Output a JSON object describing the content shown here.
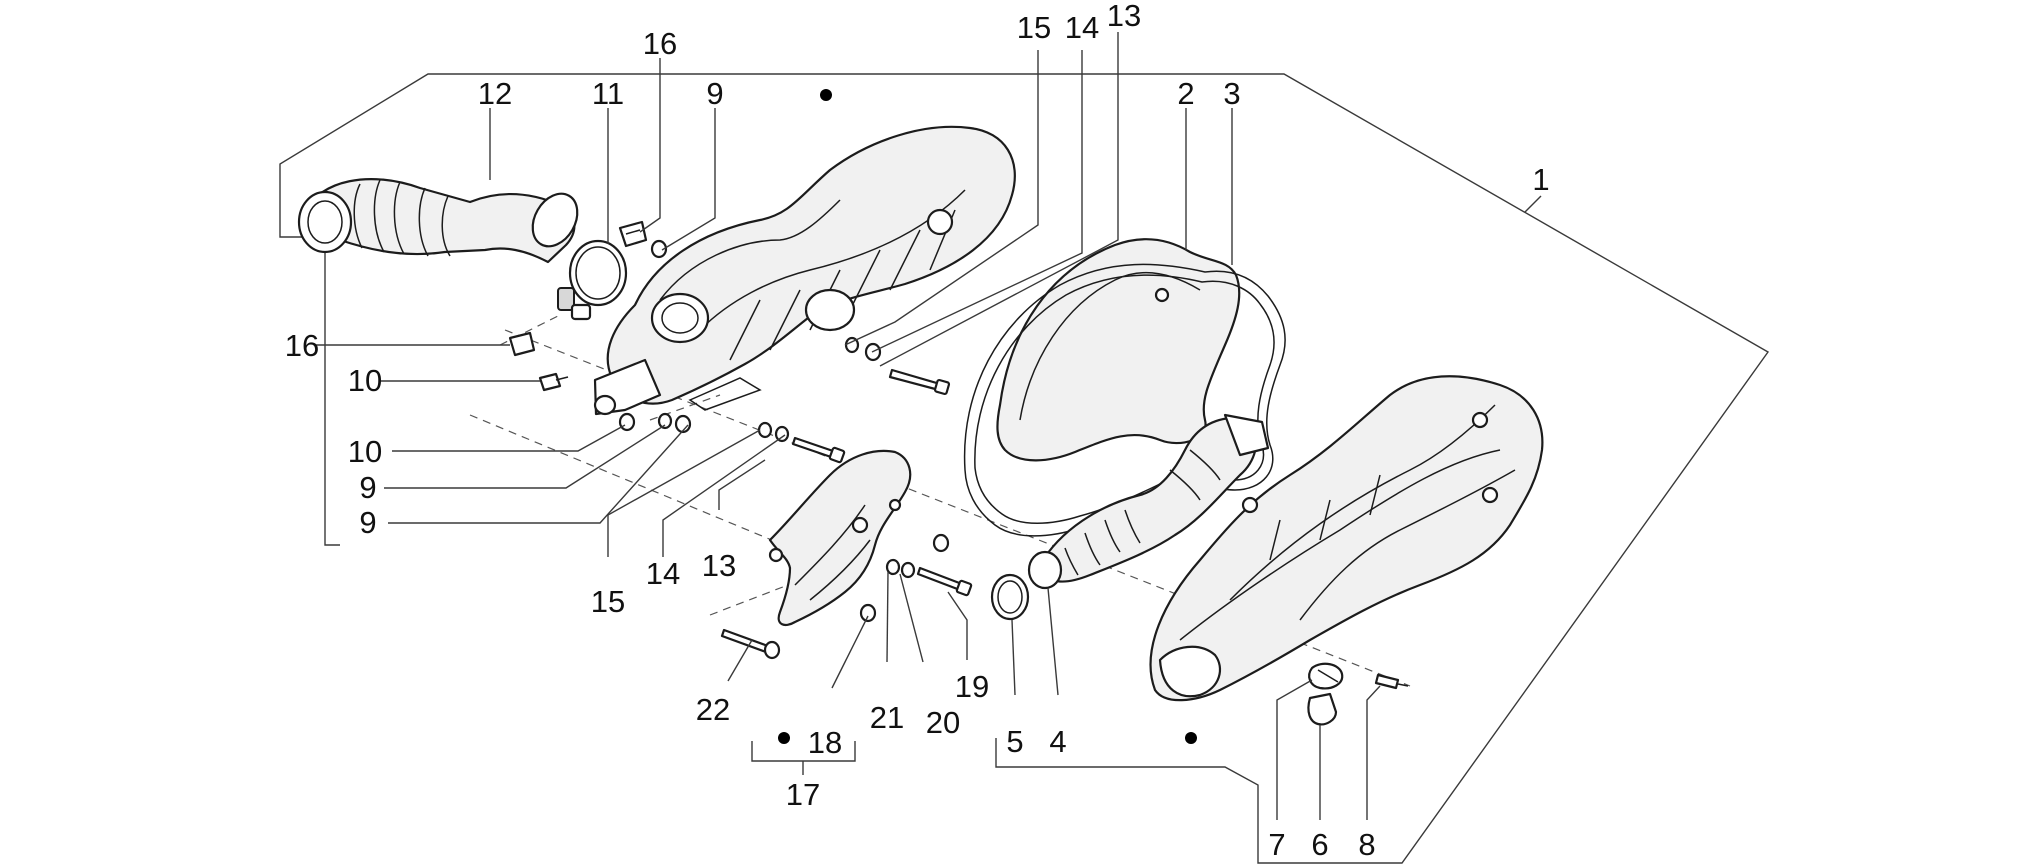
{
  "callouts": {
    "c1": "1",
    "c2": "2",
    "c3": "3",
    "c4": "4",
    "c5": "5",
    "c6": "6",
    "c7": "7",
    "c8": "8",
    "c9a": "9",
    "c9b": "9",
    "c9c": "9",
    "c10a": "10",
    "c10b": "10",
    "c11": "11",
    "c12": "12",
    "c13a": "13",
    "c13b": "13",
    "c14a": "14",
    "c14b": "14",
    "c15a": "15",
    "c15b": "15",
    "c16a": "16",
    "c16b": "16",
    "c17": "17",
    "c18": "18",
    "c19": "19",
    "c20": "20",
    "c21": "21",
    "c22": "22"
  }
}
